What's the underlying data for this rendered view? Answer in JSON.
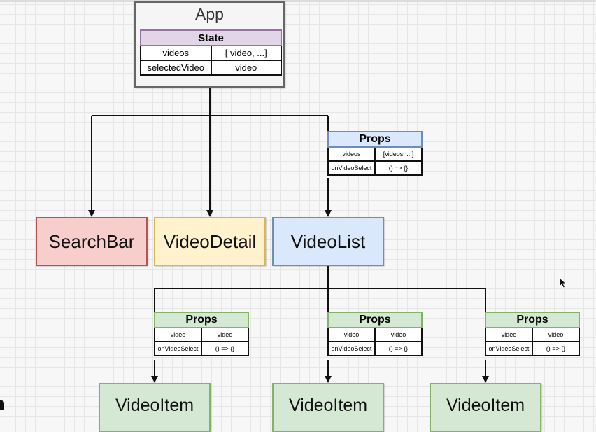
{
  "app": {
    "title": "App",
    "state": {
      "header": "State",
      "rows": [
        {
          "key": "videos",
          "value": "[ video, ...]"
        },
        {
          "key": "selectedVideo",
          "value": "video"
        }
      ]
    }
  },
  "videolist_props": {
    "header": "Props",
    "rows": [
      {
        "key": "videos",
        "value": "[videos, ...]"
      },
      {
        "key": "onVideoSelect",
        "value": "() => {}"
      }
    ]
  },
  "components": {
    "searchbar": "SearchBar",
    "videodetail": "VideoDetail",
    "videolist": "VideoList"
  },
  "videoitem_props": [
    {
      "header": "Props",
      "rows": [
        {
          "key": "video",
          "value": "video"
        },
        {
          "key": "onVideoSelect",
          "value": "() => {}"
        }
      ]
    },
    {
      "header": "Props",
      "rows": [
        {
          "key": "video",
          "value": "video"
        },
        {
          "key": "onVideoSelect",
          "value": "() => {}"
        }
      ]
    },
    {
      "header": "Props",
      "rows": [
        {
          "key": "video",
          "value": "video"
        },
        {
          "key": "onVideoSelect",
          "value": "() => {}"
        }
      ]
    }
  ],
  "videoitems": [
    "VideoItem",
    "VideoItem",
    "VideoItem"
  ],
  "colors": {
    "searchbar_fill": "#f8cecc",
    "videodetail_fill": "#fff2cc",
    "videolist_fill": "#dae8fc",
    "videoitem_fill": "#d5e8d4",
    "state_header_fill": "#e1d5e7"
  },
  "icons": {
    "cursor": "mouse-pointer-icon"
  }
}
